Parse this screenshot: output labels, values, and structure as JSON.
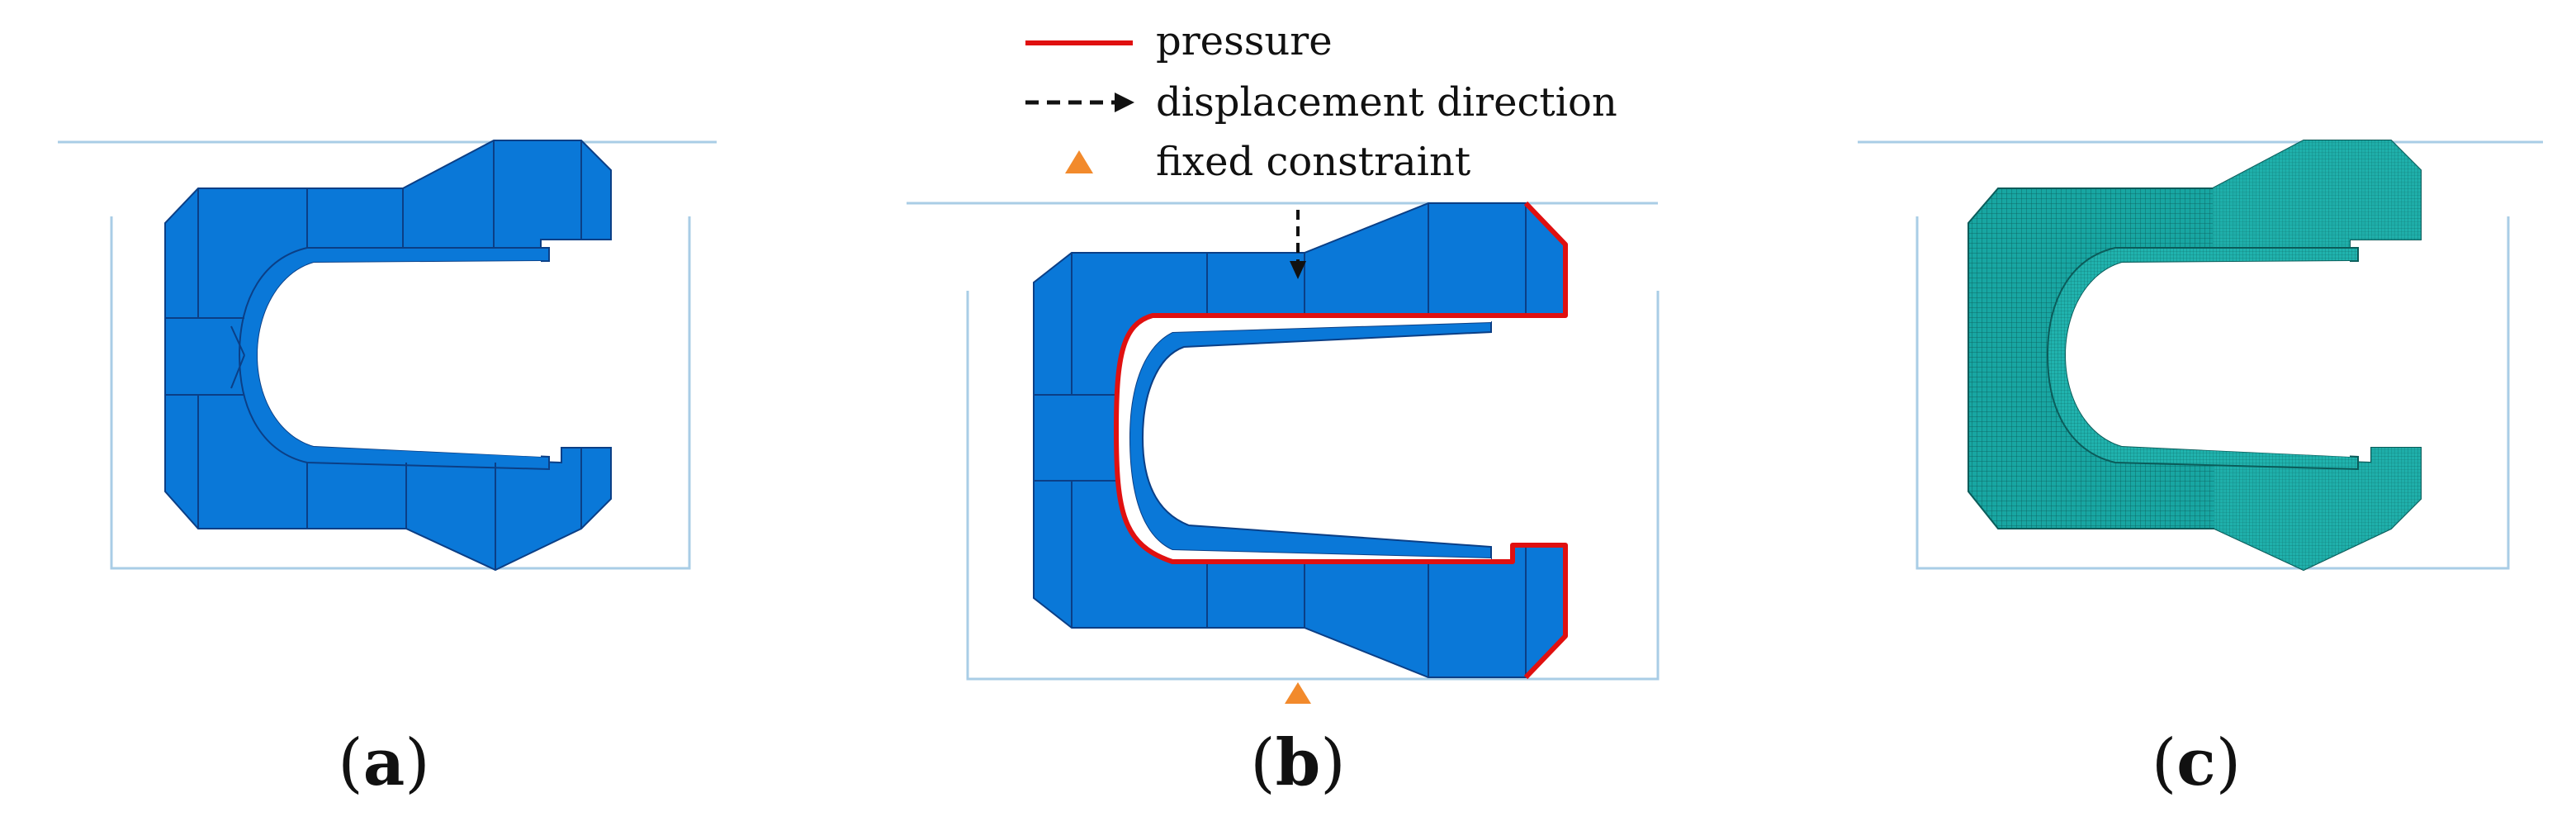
{
  "legend": {
    "pressure": "pressure",
    "displacement": "displacement direction",
    "fixed": "fixed constraint"
  },
  "panels": {
    "a": "a",
    "b": "b",
    "c": "c"
  },
  "colors": {
    "seal_fill": "#0a78d8",
    "seal_edge": "#0b3f86",
    "mesh_fill": "#18a6a2",
    "mesh_edge": "#0b5c5a",
    "pressure": "#e01010",
    "fixed": "#f28a2c",
    "groove": "#a9cde6"
  }
}
